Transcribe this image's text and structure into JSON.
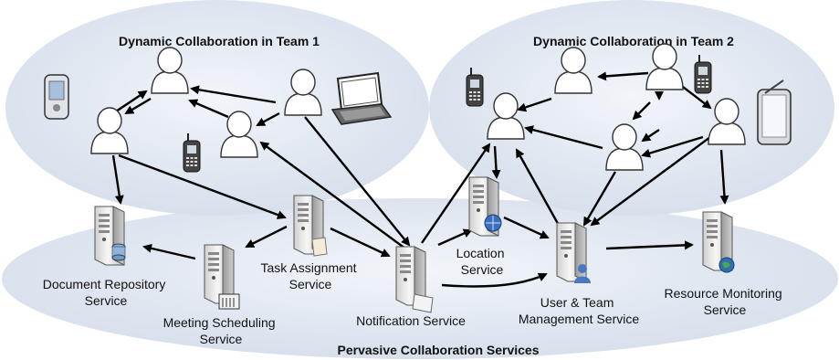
{
  "regions": {
    "team1_title": "Dynamic Collaboration in Team 1",
    "team2_title": "Dynamic Collaboration in Team 2",
    "services_title": "Pervasive Collaboration Services"
  },
  "services": {
    "document_repository": [
      "Document Repository",
      "Service"
    ],
    "meeting_scheduling": [
      "Meeting Scheduling",
      "Service"
    ],
    "task_assignment": [
      "Task Assignment",
      "Service"
    ],
    "notification": [
      "Notification Service"
    ],
    "location": [
      "Location",
      "Service"
    ],
    "user_team_management": [
      "User & Team",
      "Management Service"
    ],
    "resource_monitoring": [
      "Resource Monitoring",
      "Service"
    ]
  },
  "colors": {
    "ellipse_fill": "#dde6f2",
    "arrow": "#000000",
    "person_fill": "#ffffff",
    "server_fill": "#e8e8e8"
  }
}
